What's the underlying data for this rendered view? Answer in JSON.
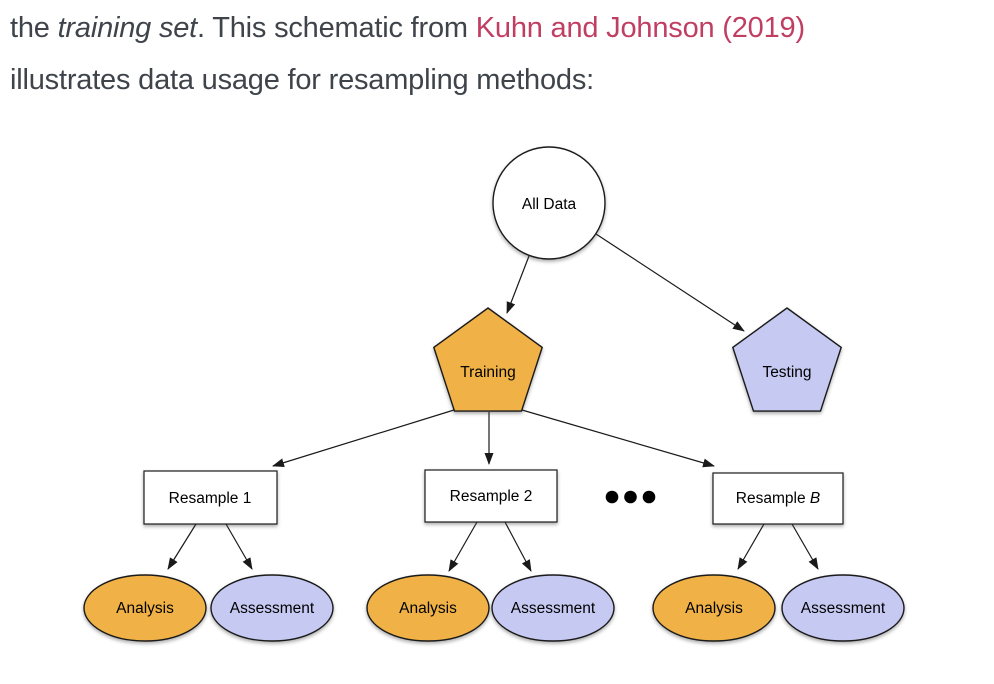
{
  "css_vars": {
    "page-bg": "#ffffff",
    "text-color": "#3f444b",
    "link-color": "#c13e63",
    "shape-stroke": "#1a1a1a",
    "analysis-fill": "#f0b246",
    "assessment-fill": "#c6c9f2"
  },
  "paragraph": {
    "part1": "the ",
    "italic": "training set",
    "part2": ". This schematic from ",
    "link": "Kuhn and Johnson (2019)",
    "line2": "illustrates data usage for resampling methods:"
  },
  "diagram": {
    "all_data_label": "All Data",
    "training_label": "Training",
    "testing_label": "Testing",
    "resamples": [
      {
        "label": "Resample 1"
      },
      {
        "label": "Resample 2"
      },
      {
        "label": "Resample ",
        "label_italic": "B"
      }
    ],
    "analysis_label": "Analysis",
    "assessment_label": "Assessment"
  }
}
